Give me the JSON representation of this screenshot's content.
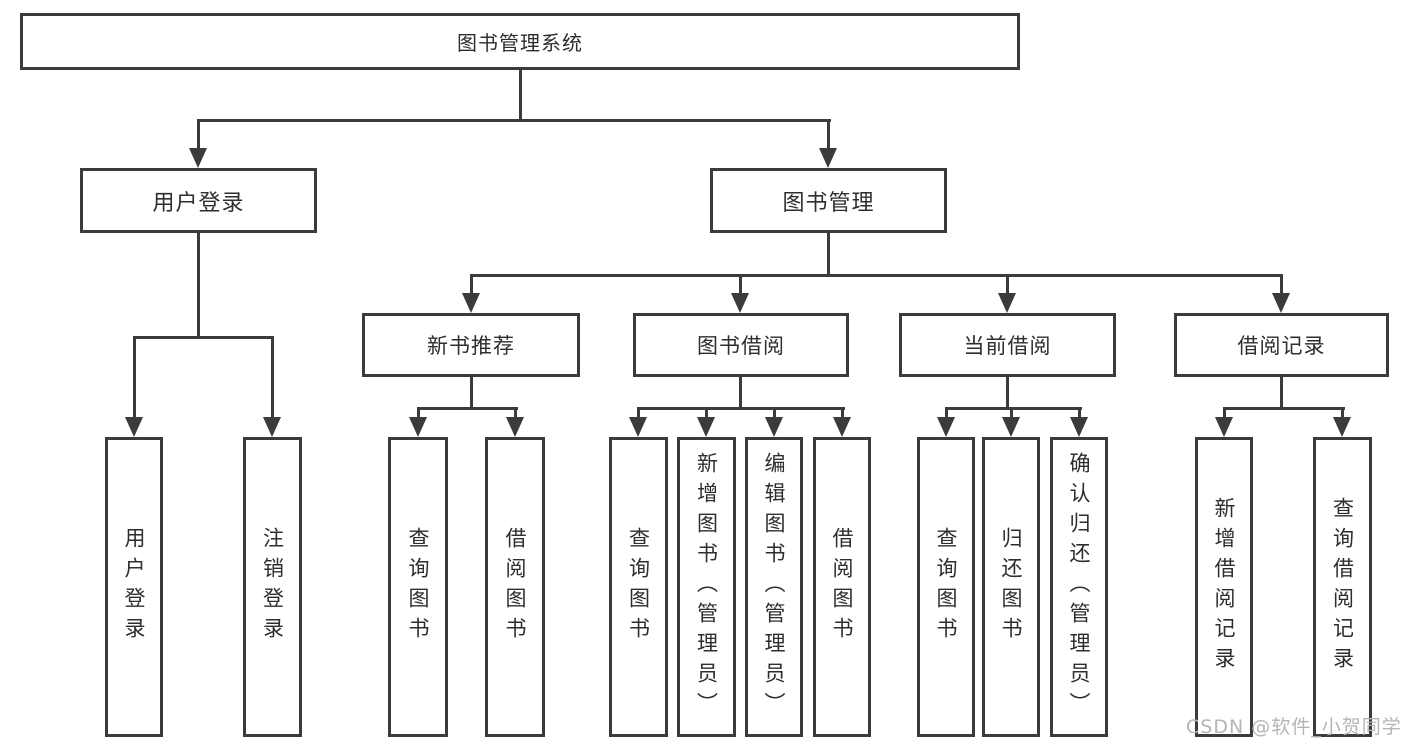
{
  "diagram_type": "hierarchy-org-chart",
  "colors": {
    "line": "#3b3b3b",
    "box_border": "#3b3b3b",
    "box_fill": "#ffffff",
    "text": "#2e2e2e",
    "watermark": "#b5b5b5",
    "background": "#ffffff"
  },
  "tree": {
    "label": "图书管理系统",
    "children": [
      {
        "label": "用户登录",
        "children": [
          {
            "label": "用户登录"
          },
          {
            "label": "注销登录"
          }
        ]
      },
      {
        "label": "图书管理",
        "children": [
          {
            "label": "新书推荐",
            "children": [
              {
                "label": "查询图书"
              },
              {
                "label": "借阅图书"
              }
            ]
          },
          {
            "label": "图书借阅",
            "children": [
              {
                "label": "查询图书"
              },
              {
                "label": "新增图书（管理员）"
              },
              {
                "label": "编辑图书（管理员）"
              },
              {
                "label": "借阅图书"
              }
            ]
          },
          {
            "label": "当前借阅",
            "children": [
              {
                "label": "查询图书"
              },
              {
                "label": "归还图书"
              },
              {
                "label": "确认归还（管理员）"
              }
            ]
          },
          {
            "label": "借阅记录",
            "children": [
              {
                "label": "新增借阅记录"
              },
              {
                "label": "查询借阅记录"
              }
            ]
          }
        ]
      }
    ]
  },
  "watermark": {
    "text": "CSDN @软件_小贺同学"
  }
}
